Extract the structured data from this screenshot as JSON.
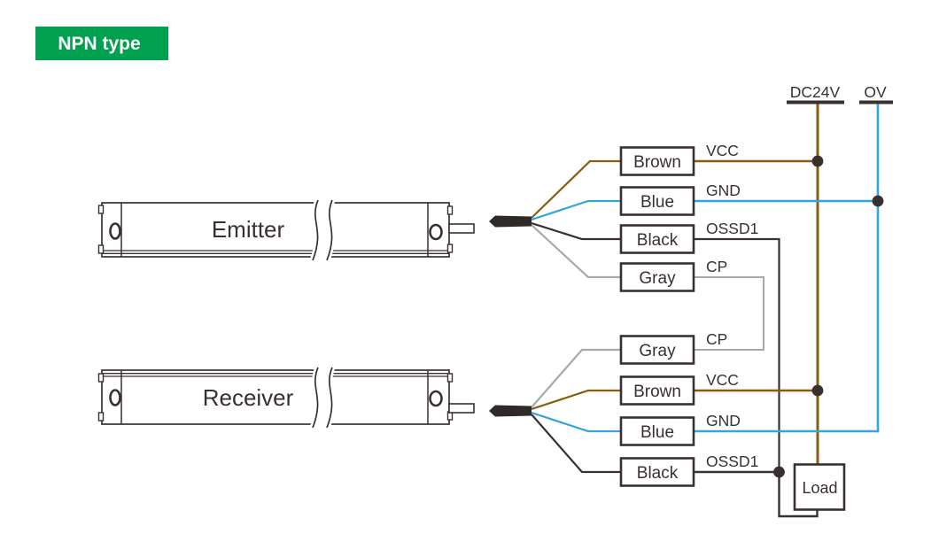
{
  "badge": {
    "label": "NPN type"
  },
  "rails": {
    "dc24v": "DC24V",
    "ov": "OV"
  },
  "emitter": {
    "label": "Emitter",
    "wires": [
      {
        "color": "Brown",
        "signal": "VCC"
      },
      {
        "color": "Blue",
        "signal": "GND"
      },
      {
        "color": "Black",
        "signal": "OSSD1"
      },
      {
        "color": "Gray",
        "signal": "CP"
      }
    ]
  },
  "receiver": {
    "label": "Receiver",
    "wires": [
      {
        "color": "Gray",
        "signal": "CP"
      },
      {
        "color": "Brown",
        "signal": "VCC"
      },
      {
        "color": "Blue",
        "signal": "GND"
      },
      {
        "color": "Black",
        "signal": "OSSD1"
      }
    ]
  },
  "load": {
    "label": "Load"
  },
  "colors": {
    "badge_green": "#00A04E",
    "badge_text": "#FFFFFF",
    "brown": "#8B5C10",
    "blue": "#2EA6DE",
    "gray": "#A9A9A9",
    "dark": "#383130",
    "cable_black": "#2F2A28"
  }
}
